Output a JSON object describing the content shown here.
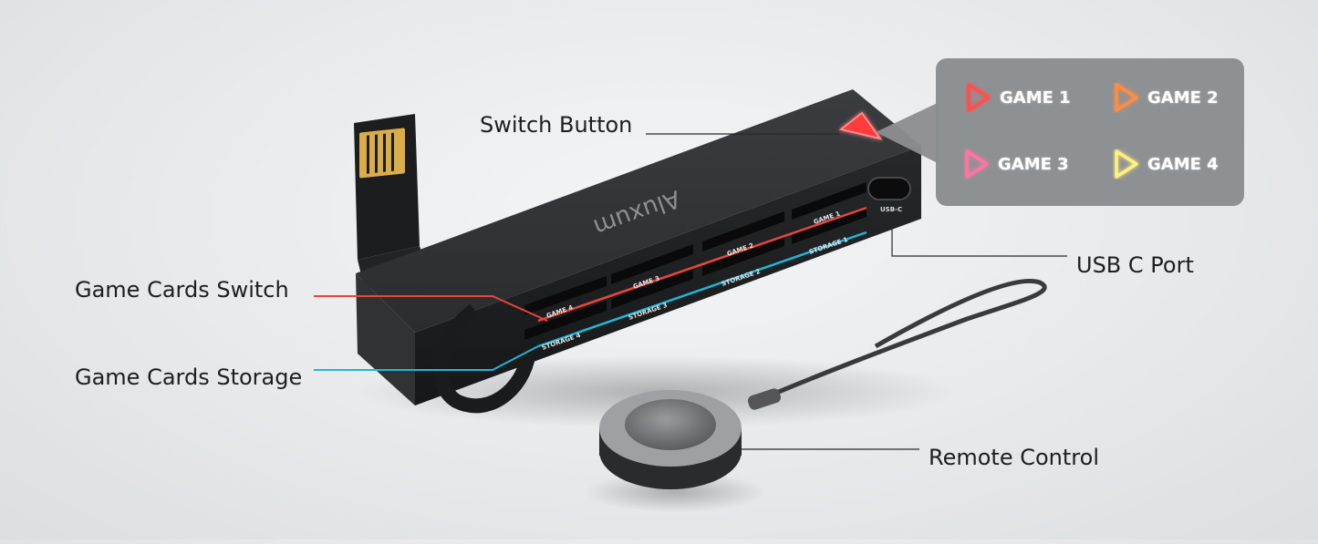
{
  "device": {
    "brand_text": "Aluxum",
    "usb_port_label": "USB-C",
    "slots": {
      "game_row": [
        "GAME 4",
        "GAME 3",
        "GAME 2",
        "GAME 1"
      ],
      "storage_row": [
        "STORAGE 4",
        "STORAGE 3",
        "STORAGE 2",
        "STORAGE 1"
      ]
    }
  },
  "callouts": {
    "switch_button": "Switch Button",
    "usb_c_port": "USB C Port",
    "game_cards_switch": "Game Cards Switch",
    "game_cards_storage": "Game Cards Storage",
    "remote_control": "Remote Control"
  },
  "legend": {
    "items": [
      {
        "label": "GAME 1",
        "color": "#ff4a4a"
      },
      {
        "label": "GAME 2",
        "color": "#ff8a3d"
      },
      {
        "label": "GAME 3",
        "color": "#ff6fa0"
      },
      {
        "label": "GAME 4",
        "color": "#fff27a"
      }
    ]
  },
  "colors": {
    "switch_line": "#e8453c",
    "storage_line": "#1fb6d8",
    "leader_line": "#2a2a2a",
    "button_red": "#ff3b3b"
  }
}
